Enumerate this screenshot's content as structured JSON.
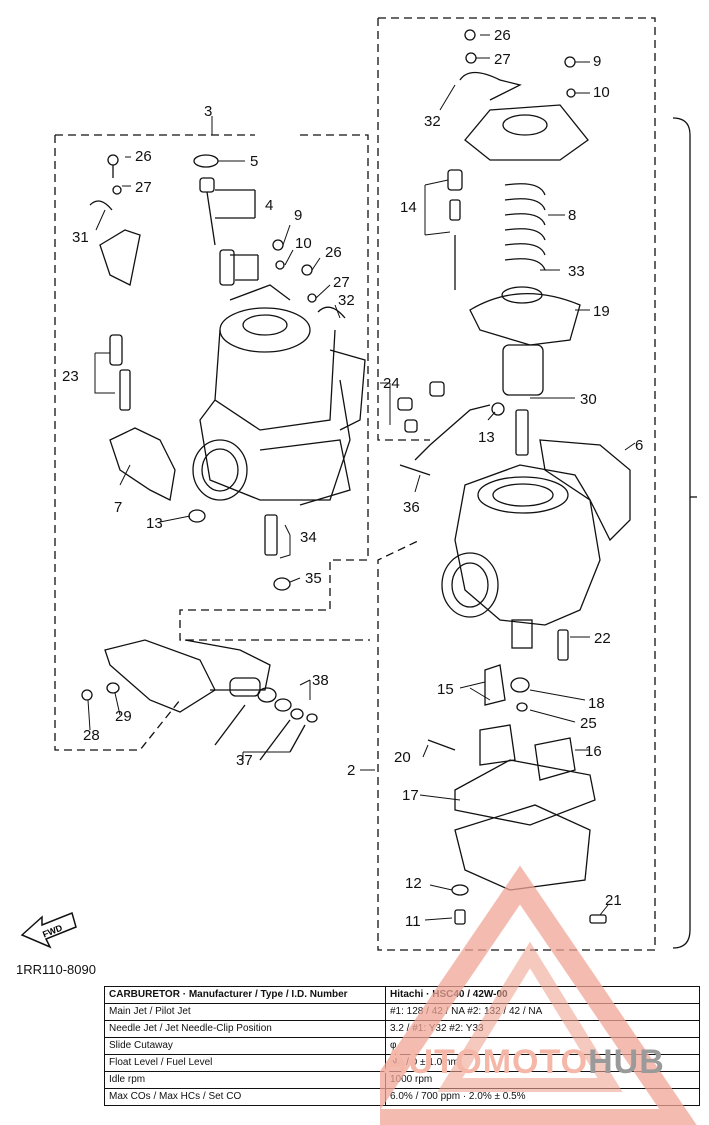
{
  "labels": {
    "l3": "3",
    "l26a": "26",
    "l5": "5",
    "l27a": "27",
    "l4": "4",
    "l31": "31",
    "l9a": "9",
    "l10a": "10",
    "l26b": "26",
    "l27b": "27",
    "l32a": "32",
    "l23": "23",
    "l7": "7",
    "l13a": "13",
    "l34": "34",
    "l35": "35",
    "l38": "38",
    "l29": "29",
    "l28": "28",
    "l37": "37",
    "l26c": "26",
    "l27c": "27",
    "l9b": "9",
    "l10b": "10",
    "l32b": "32",
    "l14": "14",
    "l8": "8",
    "l33": "33",
    "l19": "19",
    "l24": "24",
    "l30": "30",
    "l13b": "13",
    "l6": "6",
    "l36": "36",
    "l22": "22",
    "l15": "15",
    "l18": "18",
    "l25": "25",
    "l20": "20",
    "l16": "16",
    "l2": "2",
    "l17": "17",
    "l12": "12",
    "l11": "11",
    "l21": "21"
  },
  "fwd_label": "FWD",
  "part_code": "1RR110-8090",
  "specs": {
    "rows": [
      {
        "key_bold": "CARBURETOR",
        "key": " · Manufacturer / Type / I.D. Number",
        "value": "Hitachi · HSC40 / 42W-00"
      },
      {
        "key_bold": "",
        "key": "Main Jet / Pilot Jet",
        "value": "#1: 128 / 42 / NA          #2: 132 / 42 / NA"
      },
      {
        "key_bold": "",
        "key": "Needle Jet / Jet Needle-Clip Position",
        "value": "3.2 / #1: Y32         #2: Y33"
      },
      {
        "key_bold": "",
        "key": "Slide Cutaway",
        "value": "φ"
      },
      {
        "key_bold": "",
        "key": "Float Level / Fuel Level",
        "value": "NA / 0 ± 1.0mm"
      },
      {
        "key_bold": "",
        "key": "Idle rpm",
        "value": "1000 rpm"
      },
      {
        "key_bold": "",
        "key": "Max COs / Max HCs / Set CO",
        "value": "6.0% / 700 ppm · 2.0% ± 0.5%"
      }
    ]
  },
  "watermark": {
    "part_a": "AUTO",
    "part_b": "MOTO",
    "part_c": "HUB"
  }
}
